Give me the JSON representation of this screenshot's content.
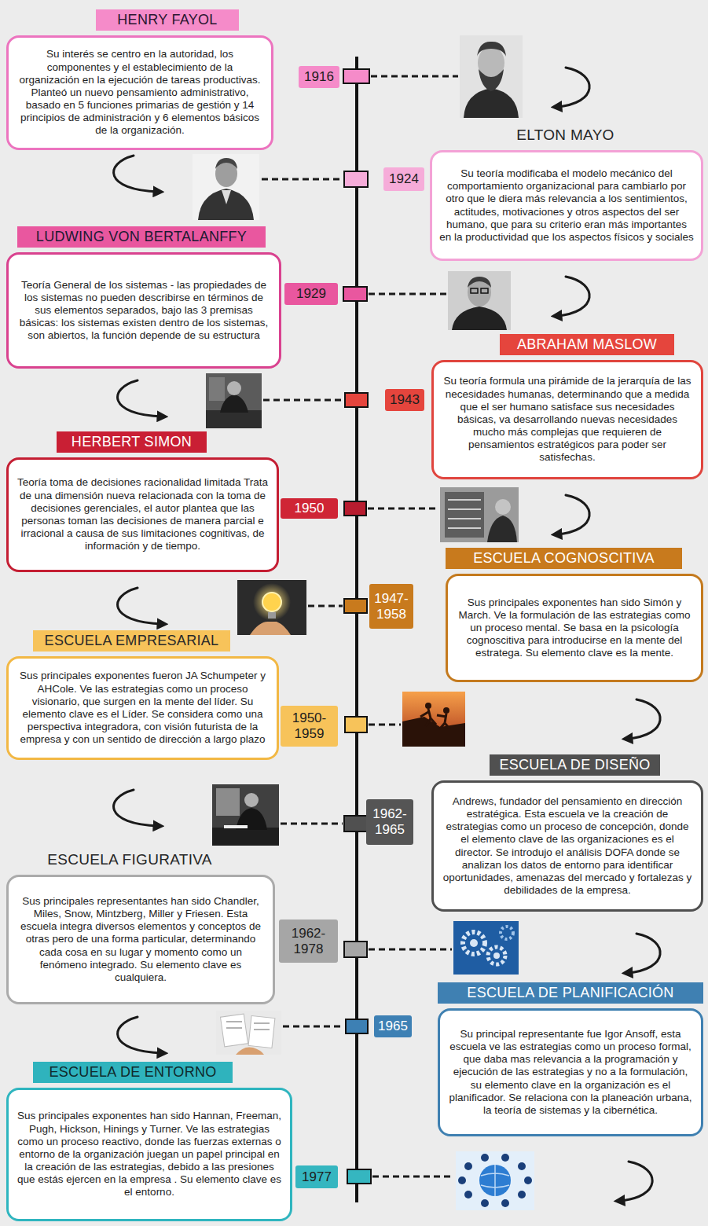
{
  "diagram": {
    "nodes": [
      {
        "text": [
          "HENRY FAYOL",
          "Su interés se centro en la autoridad, los componentes y el establecimiento de la organización en la ejecución de tareas productivas. Planteó un nuevo pensamiento administrativo, basado en 5 funciones primarias de gestión y 14 principios de administración y 6 elementos básicos de la organización."
        ]
      },
      {
        "text": [
          "1916"
        ]
      },
      {
        "text": [
          "1924"
        ]
      },
      {
        "text": [
          "ELTON MAYO",
          "Su teoría modificaba el modelo mecánico del comportamiento organizacional para cambiarlo por otro que le diera más relevancia a los sentimientos, actitudes, motivaciones y otros aspectos del ser humano, que para su criterio eran más importantes en la productividad que los aspectos físicos y sociales"
        ]
      },
      {
        "text": [
          "LUDWING VON BERTALANFFY",
          "Teoría General de los sistemas - las propiedades de los sistemas no pueden describirse en términos de sus elementos separados, bajo las 3 premisas básicas: los sistemas existen dentro de los sistemas, son abiertos, la función depende de su estructura"
        ]
      },
      {
        "text": [
          "1929"
        ]
      },
      {
        "text": [
          "ABRAHAM MASLOW",
          "Su teoría formula una pirámide de la jerarquía de las necesidades humanas, determinando que a medida que el ser humano satisface sus necesidades básicas, va desarrollando nuevas necesidades mucho más complejas que requieren de pensamientos estratégicos para poder ser satisfechas."
        ]
      },
      {
        "text": [
          "1943"
        ]
      },
      {
        "text": [
          "HERBERT SIMON",
          "Teoría toma de decisiones racionalidad limitada Trata de una dimensión nueva relacionada con la toma de decisiones gerenciales, el autor plantea que las personas toman las decisiones de manera parcial e irracional a causa de sus limitaciones cognitivas, de información y de tiempo."
        ]
      },
      {
        "text": [
          "1950"
        ]
      },
      {
        "text": [
          "ESCUELA COGNOSCITIVA",
          "Sus principales exponentes han sido Simón y March. Ve la formulación de las estrategias como un proceso mental. Se basa en la psicología cognoscitiva para introducirse en la mente del estratega. Su elemento clave es la mente."
        ]
      },
      {
        "text": [
          "1947- 1958"
        ]
      },
      {
        "text": [
          "ESCUELA EMPRESARIAL",
          "Sus principales exponentes fueron JA Schumpeter y AHCole. Ve las estrategias como un proceso visionario, que surgen en la mente del líder. Su elemento clave es el Líder. Se considera como una perspectiva integradora, con visión futurista de la empresa y con un sentido de dirección a largo plazo"
        ]
      },
      {
        "text": [
          "1950- 1959"
        ]
      },
      {
        "text": [
          "ESCUELA DE DISEÑO",
          "Andrews, fundador del pensamiento en dirección estratégica. Esta escuela ve la creación de estrategias como un proceso de concepción, donde el elemento clave de las organizaciones es el director. Se introdujo el análisis DOFA donde se analizan los datos de entorno para identificar oportunidades, amenazas del mercado y fortalezas y debilidades de la empresa."
        ]
      },
      {
        "text": [
          "1962- 1965"
        ]
      },
      {
        "text": [
          "ESCUELA FIGURATIVA",
          "Sus principales representantes han sido Chandler, Miles, Snow, Mintzberg, Miller y Friesen. Esta escuela integra diversos elementos y conceptos de otras pero de una forma particular, determinando cada cosa en su lugar y momento como un fenómeno integrado. Su elemento clave es cualquiera."
        ]
      },
      {
        "text": [
          "1962- 1978"
        ]
      },
      {
        "text": [
          "ESCUELA DE PLANIFICACIÓN",
          "Su principal representante fue Igor Ansoff, esta escuela ve las estrategias como un proceso formal, que daba mas relevancia a la programación y ejecución de las estrategias y no a la formulación, su elemento clave en la organización es el planificador. Se relaciona con la planeación urbana, la teoría de sistemas y la cibernética."
        ]
      },
      {
        "text": [
          "1965"
        ]
      },
      {
        "text": [
          "ESCUELA DE ENTORNO",
          "Sus principales exponentes han sido Hannan, Freeman, Pugh, Hickson, Hinings y Turner. Ve las estrategias como un proceso reactivo, donde las fuerzas externas o entorno de la organización juegan un papel principal en la creación de las estrategias, debido a las presiones que estás ejercen en la empresa . Su elemento clave es el entorno."
        ]
      },
      {
        "text": [
          "1977"
        ]
      }
    ]
  }
}
